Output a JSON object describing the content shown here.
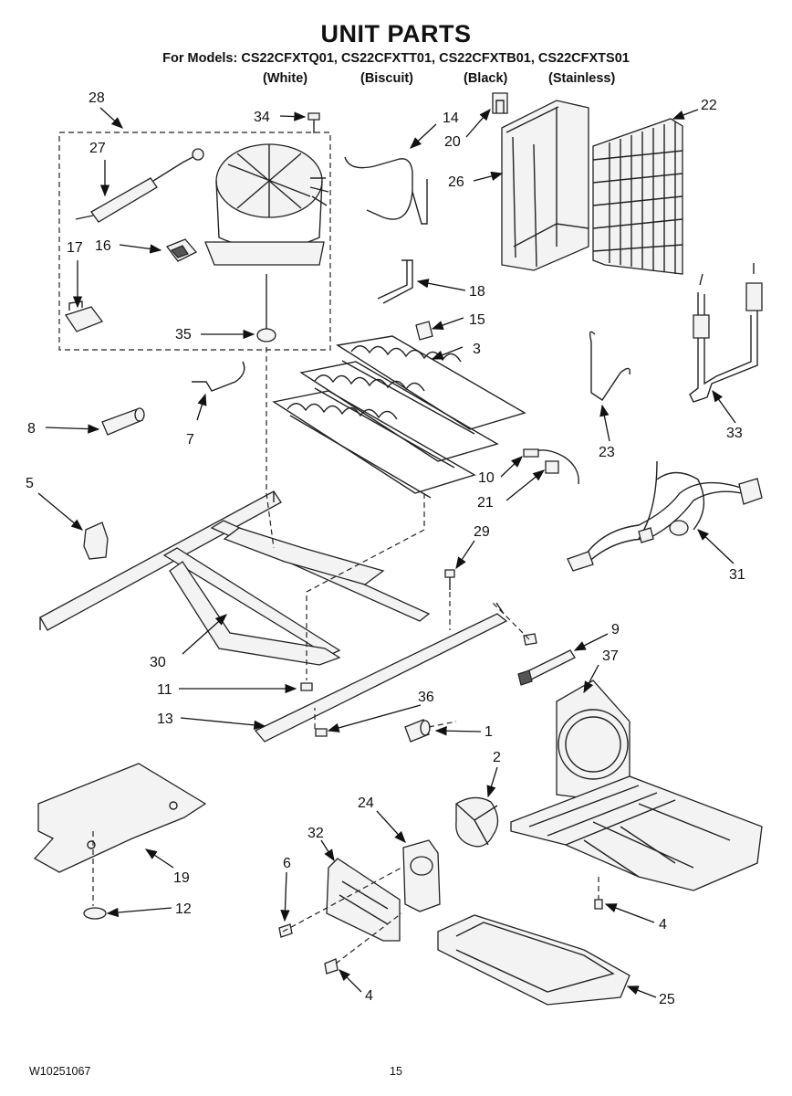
{
  "title": "UNIT PARTS",
  "models_line": "For Models: CS22CFXTQ01, CS22CFXTT01, CS22CFXTB01, CS22CFXTS01",
  "model_colors": [
    "(White)",
    "(Biscuit)",
    "(Black)",
    "(Stainless)"
  ],
  "callouts": [
    "1",
    "2",
    "3",
    "4",
    "4",
    "5",
    "6",
    "7",
    "8",
    "9",
    "10",
    "11",
    "12",
    "13",
    "14",
    "15",
    "16",
    "17",
    "18",
    "19",
    "20",
    "21",
    "22",
    "23",
    "24",
    "25",
    "26",
    "27",
    "28",
    "29",
    "30",
    "31",
    "32",
    "33",
    "34",
    "35",
    "36",
    "37"
  ],
  "footer": {
    "doc_number": "W10251067",
    "page_number": "15"
  }
}
